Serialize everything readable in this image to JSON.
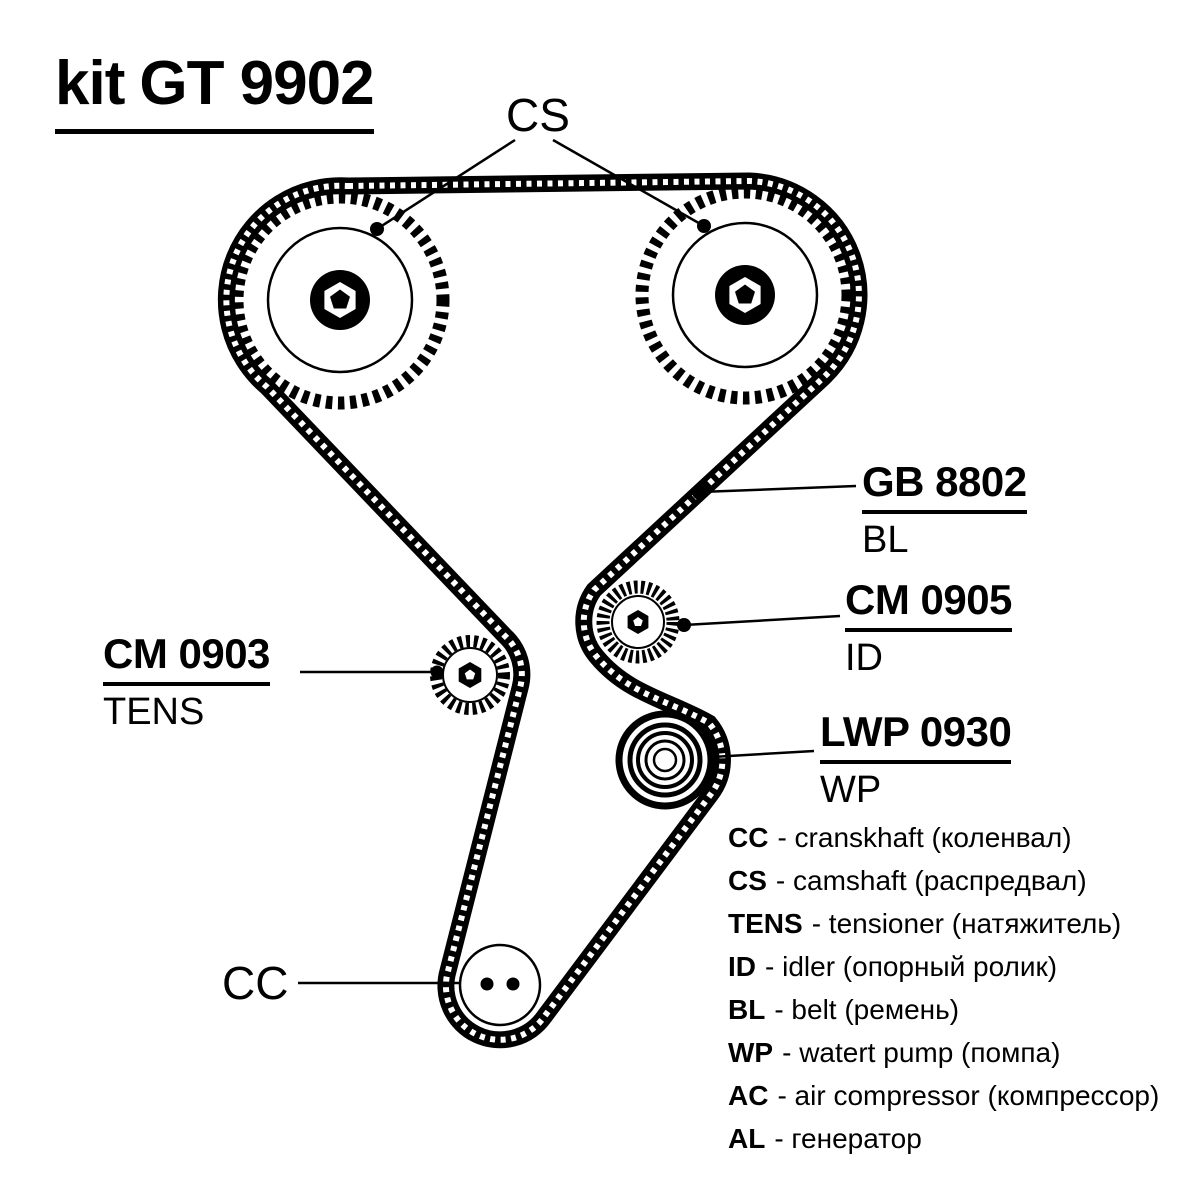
{
  "title": {
    "prefix": "kit",
    "code": "GT 9902"
  },
  "diagram": {
    "cs_label": "CS",
    "cc_label": "CC",
    "labels": [
      {
        "part": "GB 8802",
        "abbr": "BL"
      },
      {
        "part": "CM 0905",
        "abbr": "ID"
      },
      {
        "part": "CM 0903",
        "abbr": "TENS"
      },
      {
        "part": "LWP 0930",
        "abbr": "WP"
      }
    ]
  },
  "legend": [
    {
      "abbr": "CC",
      "desc": "- cranskhaft (коленвал)"
    },
    {
      "abbr": "CS",
      "desc": "- camshaft (распредвал)"
    },
    {
      "abbr": "TENS",
      "desc": "- tensioner (натяжитель)"
    },
    {
      "abbr": "ID",
      "desc": "- idler (опорный ролик)"
    },
    {
      "abbr": "BL",
      "desc": "- belt (ремень)"
    },
    {
      "abbr": "WP",
      "desc": "- watert pump (помпа)"
    },
    {
      "abbr": "AC",
      "desc": "- air compressor (компрессор)"
    },
    {
      "abbr": "AL",
      "desc": "- генератор"
    }
  ],
  "colors": {
    "ink": "#000000",
    "background": "#ffffff"
  }
}
